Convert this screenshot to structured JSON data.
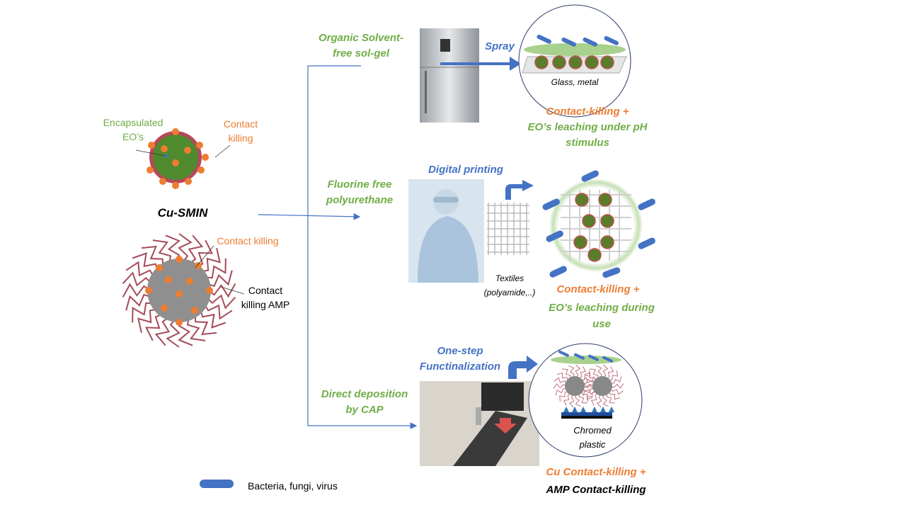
{
  "colors": {
    "green": "#70ad47",
    "orange": "#ed7d31",
    "blue": "#4472c4",
    "bacteria": "#4472c4"
  },
  "left": {
    "encapsulated": [
      "Encapsulated",
      "EO’s"
    ],
    "contact_killing_top": [
      "Contact",
      "killing"
    ],
    "cu_smin": "Cu-SMIN",
    "contact_killing_bottom": "Contact killing",
    "contact_killing_amp": [
      "Contact",
      "killing AMP"
    ]
  },
  "branches": [
    {
      "method": [
        "Organic Solvent-",
        "free sol-gel"
      ],
      "process": "Spray",
      "substrate": [
        "Glass, metal"
      ],
      "result_orange": "Contact-killing +",
      "result_green": [
        "EO’s leaching under pH",
        "stimulus"
      ],
      "image": "refrigerator-photo"
    },
    {
      "method": [
        "Fluorine free",
        "polyurethane"
      ],
      "process": "Digital printing",
      "substrate": [
        "Textiles",
        "(polyamide,..)"
      ],
      "result_orange": "Contact-killing +",
      "result_green": [
        "EO’s leaching during",
        "use"
      ],
      "image": "lab-worker-photo"
    },
    {
      "method": [
        "Direct deposition",
        "by CAP"
      ],
      "process": [
        "One-step",
        "Functinalization"
      ],
      "substrate": [
        "Chromed",
        "plastic"
      ],
      "result_orange": "Cu Contact-killing +",
      "result_black": "AMP Contact-killing",
      "image": "car-interior-photo"
    }
  ],
  "legend": {
    "label": "Bacteria, fungi, virus",
    "icon": "bacteria-pill"
  }
}
